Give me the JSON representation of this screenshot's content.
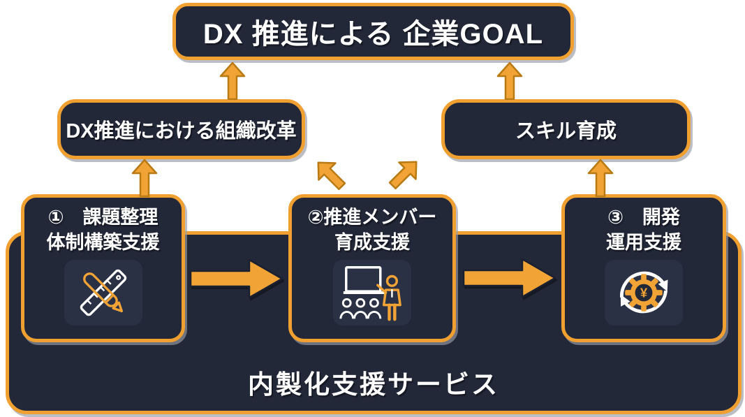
{
  "diagram": {
    "goal": {
      "label": "DX 推進による 企業GOAL"
    },
    "outcomes": {
      "left": {
        "label": "DX推進における組織改革"
      },
      "right": {
        "label": "スキル育成"
      }
    },
    "steps": [
      {
        "line1": "①　課題整理",
        "line2": "体制構築支援",
        "icon": "ruler-and-pen-icon"
      },
      {
        "line1": "②推進メンバー",
        "line2": "育成支援",
        "icon": "whiteboard-training-icon"
      },
      {
        "line1": "③　開発",
        "line2": "運用支援",
        "icon": "gear-yen-cycle-icon",
        "icon_symbol": "¥"
      }
    ],
    "container": {
      "label": "内製化支援サービス"
    },
    "arrows": {
      "vertical_count": 4,
      "diagonal_count": 2,
      "horizontal_count": 2
    },
    "colors": {
      "accent_orange": "#F0A030",
      "arrow_fill": "#F1A435",
      "arrow_outline_dark_orange": "#B97A14",
      "arrow_outline_navy": "#1B2030",
      "panel_navy": "#232839",
      "icon_tile_navy": "#2B3145",
      "text_white": "#FFFFFF"
    }
  }
}
